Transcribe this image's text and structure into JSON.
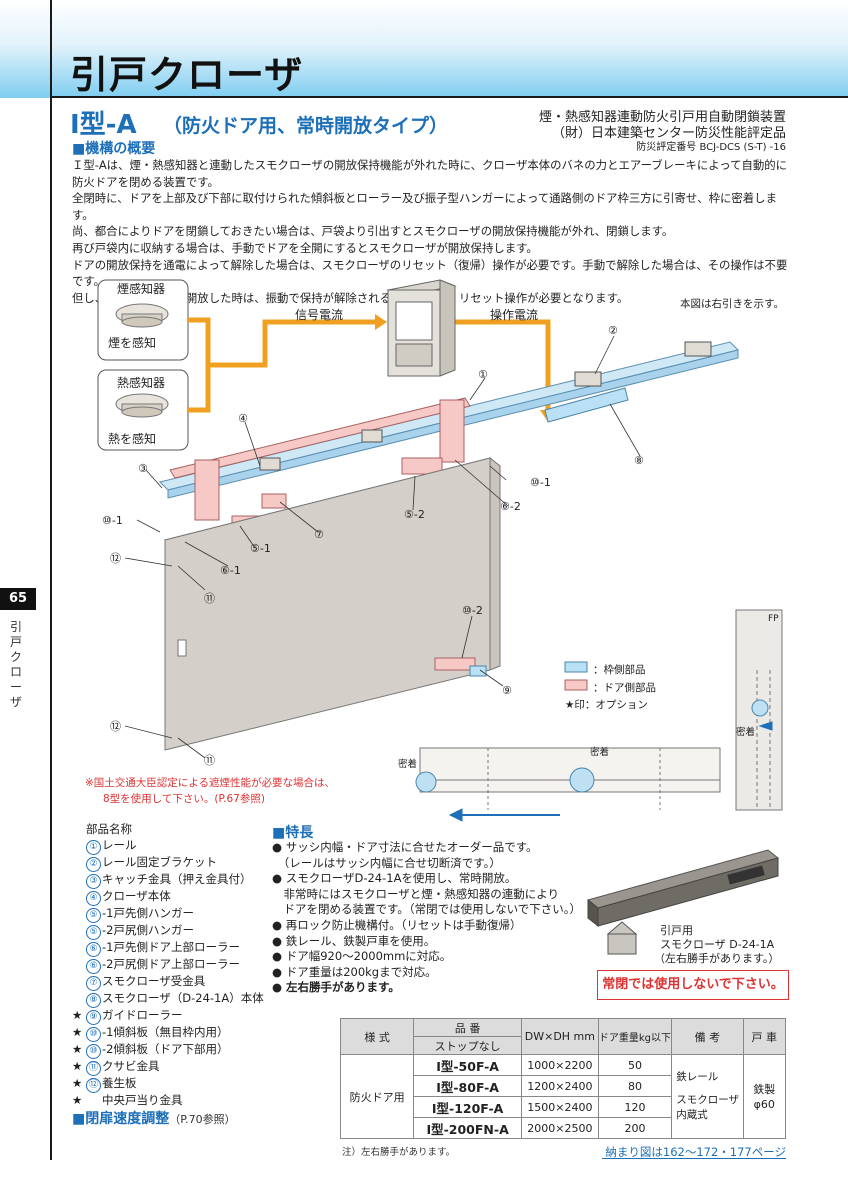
{
  "header": {
    "title": "引戸クローザ"
  },
  "side": {
    "page_number": "65",
    "label": "引戸クローザ"
  },
  "model": {
    "title": "I型-A",
    "subtitle": "（防火ドア用、常時開放タイプ）",
    "cert_line1": "煙・熱感知器連動防火引戸用自動閉鎖装置",
    "cert_line2": "（財）日本建築センター防災性能評定品",
    "cert_line3": "防災評定番号 BCJ-DCS (S-T) -16"
  },
  "overview": {
    "heading": "■機構の概要",
    "lines": [
      "Ｉ型-Aは、煙・熱感知器と連動したスモクローザの開放保持機能が外れた時に、クローザ本体のバネの力とエアーブレーキによって自動的に",
      "防火ドアを閉める装置です。",
      "全閉時に、ドアを上部及び下部に取付けられた傾斜板とローラー及び振子型ハンガーによって通路側のドア枠三方に引寄せ、枠に密着します。",
      "尚、都合によりドアを閉鎖しておきたい場合は、戸袋より引出すとスモクローザの開放保持機能が外れ、閉鎖します。",
      "再び戸袋内に収納する場合は、手動でドアを全開にするとスモクローザが開放保持します。",
      "ドアの開放保持を通電によって解除した場合は、スモクローザのリセット（復帰）操作が必要です。手動で解除した場合は、その操作は不要です。",
      "但し、ドアを強い力で開放した時は、振動で保持が解除される場合があり、リセット操作が必要となります。"
    ]
  },
  "diagram": {
    "smoke_detector": "煙感知器",
    "smoke_sense": "煙を感知",
    "heat_detector": "熱感知器",
    "heat_sense": "熱を感知",
    "signal_current": "信号電流",
    "operation_current": "操作電流",
    "right_hand_note": "本図は右引きを示す。",
    "legend_frame": "：枠側部品",
    "legend_door": "：ドア側部品",
    "legend_option": "★印：オプション",
    "seal1": "密着",
    "seal2": "密着",
    "seal3": "密着",
    "fp_mark": "FP",
    "c1": "①",
    "c2": "②",
    "c3": "③",
    "c4": "④",
    "c5_1": "⑤-1",
    "c5_2": "⑤-2",
    "c6_1": "⑥-1",
    "c6_2": "⑥-2",
    "c7": "⑦",
    "c8": "⑧",
    "c9": "⑨",
    "c10_1a": "⑩-1",
    "c10_1b": "⑩-1",
    "c10_2": "⑩-2",
    "c11a": "⑪",
    "c11b": "⑪",
    "c12a": "⑫",
    "c12b": "⑫",
    "red_note1": "※国土交通大臣認定による遮煙性能が必要な場合は、",
    "red_note2": "8型を使用して下さい。(P.67参照)",
    "product_label1": "引戸用",
    "product_label2": "スモクローザ D-24-1A",
    "product_label3": "（左右勝手があります。）"
  },
  "parts": {
    "heading": "部品名称",
    "items": [
      {
        "star": "",
        "num": "①",
        "name": "レール"
      },
      {
        "star": "",
        "num": "②",
        "name": "レール固定ブラケット"
      },
      {
        "star": "",
        "num": "③",
        "name": "キャッチ金具（押え金具付）"
      },
      {
        "star": "",
        "num": "④",
        "name": "クローザ本体"
      },
      {
        "star": "",
        "num": "⑤",
        "name": "-1戸先側ハンガー"
      },
      {
        "star": "",
        "num": "⑤",
        "name": "-2戸尻側ハンガー"
      },
      {
        "star": "",
        "num": "⑥",
        "name": "-1戸先側ドア上部ローラー"
      },
      {
        "star": "",
        "num": "⑥",
        "name": "-2戸尻側ドア上部ローラー"
      },
      {
        "star": "",
        "num": "⑦",
        "name": "スモクローザ受金具"
      },
      {
        "star": "",
        "num": "⑧",
        "name": "スモクローザ（D-24-1A）本体"
      },
      {
        "star": "★",
        "num": "⑨",
        "name": "ガイドローラー"
      },
      {
        "star": "★",
        "num": "⑩",
        "name": "-1傾斜板（無目枠内用）"
      },
      {
        "star": "★",
        "num": "⑩",
        "name": "-2傾斜板（ドア下部用）"
      },
      {
        "star": "★",
        "num": "⑪",
        "name": "クサビ金具"
      },
      {
        "star": "★",
        "num": "⑫",
        "name": "養生板"
      },
      {
        "star": "★",
        "num": "",
        "name": "中央戸当り金具"
      }
    ]
  },
  "features": {
    "heading": "■特長",
    "items": [
      "● サッシ内幅・ドア寸法に合せたオーダー品です。",
      "　（レールはサッシ内幅に合せ切断済です。）",
      "● スモクローザD-24-1Aを使用し、常時開放。",
      "　非常時にはスモクローザと煙・熱感知器の連動により",
      "　ドアを閉める装置です。（常閉では使用しないで下さい。）",
      "● 再ロック防止機構付。（リセットは手動復帰）",
      "● 鉄レール、鉄製戸車を使用。",
      "● ドア幅920～2000mmに対応。",
      "● ドア重量は200kgまで対応。",
      "● 左右勝手があります。"
    ]
  },
  "speed": {
    "heading": "■閉扉速度調整",
    "ref": "（P.70参照）"
  },
  "warning": "常閉では使用しないで下さい。",
  "table": {
    "h_style": "様 式",
    "h_model": "品 番",
    "h_model_sub": "ストップなし",
    "h_size": "DW×DH mm",
    "h_weight": "ドア重量kg以下",
    "h_remark": "備 考",
    "h_wheel": "戸 車",
    "style": "防火ドア用",
    "rows": [
      {
        "model": "I型-50F-A",
        "size": "1000×2200",
        "weight": "50"
      },
      {
        "model": "I型-80F-A",
        "size": "1200×2400",
        "weight": "80"
      },
      {
        "model": "I型-120F-A",
        "size": "1500×2400",
        "weight": "120"
      },
      {
        "model": "I型-200FN-A",
        "size": "2000×2500",
        "weight": "200"
      }
    ],
    "remark1": "鉄レール",
    "remark2": "スモクローザ",
    "remark3": "内蔵式",
    "wheel1": "鉄製",
    "wheel2": "φ60",
    "note": "注）左右勝手があります。",
    "ref": "納まり図は162～172・177ページ"
  }
}
